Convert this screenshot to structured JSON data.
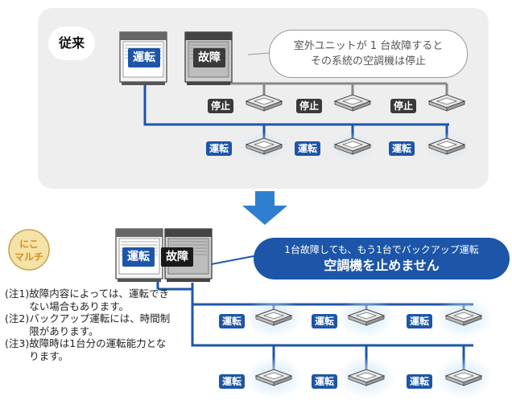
{
  "conventional": {
    "label": "従来",
    "callout": [
      "室外ユニットが 1 台故障すると",
      "その系統の空調機は停止"
    ],
    "unit_running": "運転",
    "unit_failed": "故障",
    "row_stopped": [
      "停止",
      "停止",
      "停止"
    ],
    "row_running": [
      "運転",
      "運転",
      "運転"
    ]
  },
  "nikomaru": {
    "logo_text": [
      "にこ",
      "マルチ"
    ],
    "unit_running": "運転",
    "unit_failed": "故障",
    "callout_line1": "1台故障しても、もう1台でバックアップ運転",
    "callout_line2": "空調機を止めません",
    "row1": [
      "運転",
      "運転",
      "運転"
    ],
    "row2": [
      "運転",
      "運転",
      "運転"
    ]
  },
  "notes": [
    {
      "num": "(注1)",
      "text": "故障内容によっては、運転できない場合もあります。"
    },
    {
      "num": "(注2)",
      "text": "バックアップ運転には、時間制限があります。"
    },
    {
      "num": "(注3)",
      "text": "故障時は1台分の運転能力となります。"
    }
  ],
  "colors": {
    "pipe_blue": "#1d56a8",
    "pipe_gray": "#888888",
    "badge_dark": "#3a3a3a",
    "glow": "#cfe6f7"
  },
  "icons": [
    "outdoor-unit-icon",
    "ceiling-cassette-icon",
    "down-arrow-icon",
    "nikomaru-logo-icon"
  ]
}
